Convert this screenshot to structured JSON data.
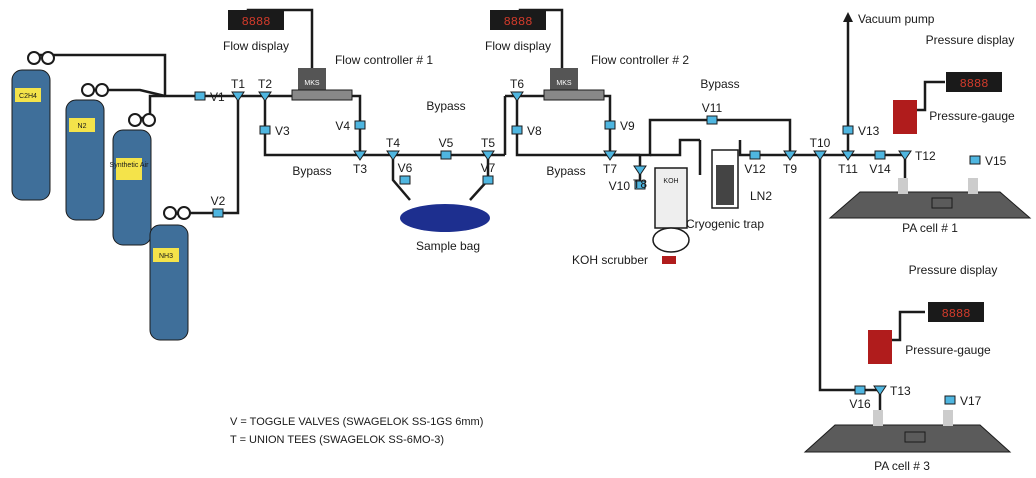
{
  "colors": {
    "pipe": "#1b1b1b",
    "cylinder": "#3f6f9a",
    "valve": "#4fb6e0",
    "gauge_red": "#b01c1c",
    "bag": "#1d2f8f",
    "display_bg": "#1a1a1a",
    "display_digits": "#d23b2b",
    "cell_fill": "#5b5b5b"
  },
  "cylinders": [
    {
      "label": "C2H4",
      "sub": ""
    },
    {
      "label": "N2",
      "sub": ""
    },
    {
      "label": "Synthetic Air",
      "sub": ""
    },
    {
      "label": "NH3",
      "sub": ""
    }
  ],
  "valves": [
    "V1",
    "V2",
    "V3",
    "V4",
    "V5",
    "V6",
    "V7",
    "V8",
    "V9",
    "V10",
    "V11",
    "V12",
    "V13",
    "V14",
    "V15",
    "V16",
    "V17"
  ],
  "tees": [
    "T1",
    "T2",
    "T3",
    "T4",
    "T5",
    "T6",
    "T7",
    "T8",
    "T9",
    "T10",
    "T11",
    "T12",
    "T13"
  ],
  "labels": {
    "flow_display_1": "Flow display",
    "flow_display_2": "Flow display",
    "flow_controller_1": "Flow controller # 1",
    "flow_controller_2": "Flow controller # 2",
    "bypass": "Bypass",
    "sample_bag": "Sample bag",
    "koh_scrubber": "KOH scrubber",
    "koh": "KOH",
    "cryogenic_trap": "Cryogenic trap",
    "ln2": "LN2",
    "vacuum_pump": "Vacuum pump",
    "pressure_display": "Pressure display",
    "pressure_gauge": "Pressure-gauge",
    "pa_cell_1": "PA cell # 1",
    "pa_cell_3": "PA cell # 3",
    "mks": "MKS"
  },
  "legend": {
    "line1": "V = TOGGLE VALVES (SWAGELOK SS-1GS 6mm)",
    "line2": "T = UNION TEES (SWAGELOK SS-6MO-3)"
  },
  "display_digits": "8888"
}
